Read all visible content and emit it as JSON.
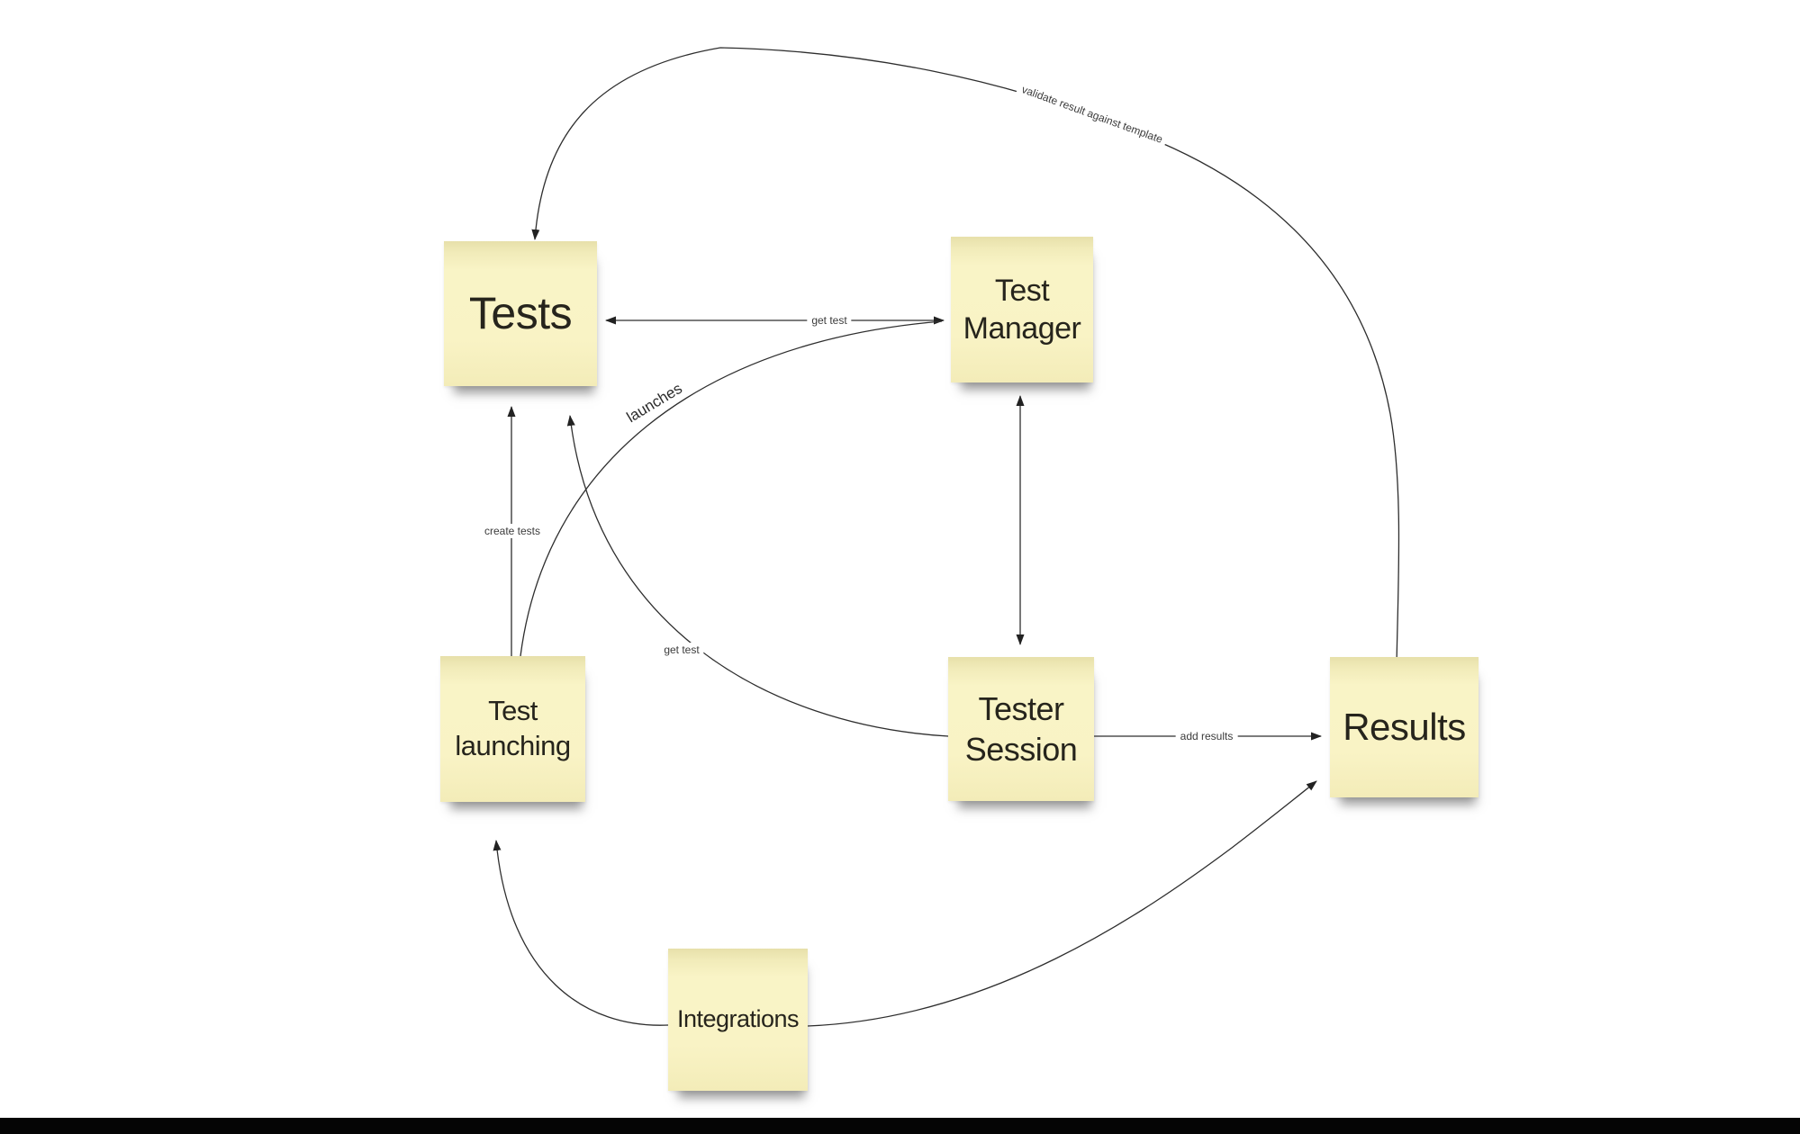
{
  "diagram": {
    "nodes": [
      {
        "id": "tests",
        "label": "Tests"
      },
      {
        "id": "test_manager",
        "label": "Test Manager"
      },
      {
        "id": "test_launching",
        "label": "Test launching"
      },
      {
        "id": "tester_session",
        "label": "Tester Session"
      },
      {
        "id": "results",
        "label": "Results"
      },
      {
        "id": "integrations",
        "label": "Integrations"
      }
    ],
    "edges": [
      {
        "from": "Test Manager",
        "to": "Tests",
        "label": "get test"
      },
      {
        "from": "Test launching",
        "to": "Test Manager",
        "label": "launches"
      },
      {
        "from": "Test launching",
        "to": "Tests",
        "label": "create tests"
      },
      {
        "from": "Tester Session",
        "to": "Tests",
        "label": "get test"
      },
      {
        "from": "Test Manager",
        "to": "Tester Session",
        "label": "",
        "double_headed": true
      },
      {
        "from": "Tester Session",
        "to": "Results",
        "label": "add results"
      },
      {
        "from": "Results",
        "to": "Tests",
        "label": "validate result against template"
      },
      {
        "from": "Integrations",
        "to": "Test launching",
        "label": ""
      },
      {
        "from": "Integrations",
        "to": "Results",
        "label": ""
      }
    ],
    "colors": {
      "background": "#ffffff",
      "note": "#f9f3c5",
      "line": "#2e2e2e",
      "text": "#26241c",
      "bottom_bar": "#050505"
    }
  }
}
